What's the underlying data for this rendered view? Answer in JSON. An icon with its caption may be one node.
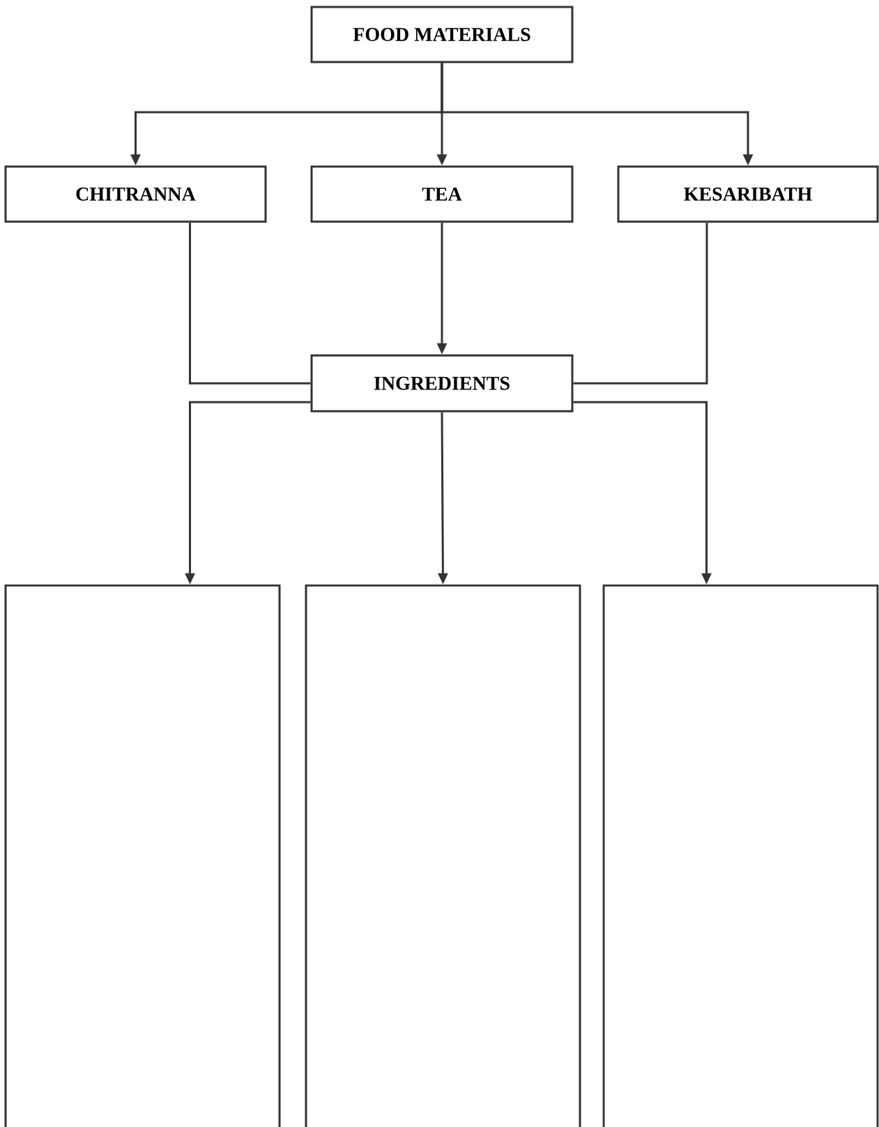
{
  "diagram": {
    "nodes": [
      {
        "text": [
          "FOOD MATERIALS"
        ]
      },
      {
        "text": [
          "CHITRANNA"
        ]
      },
      {
        "text": [
          "TEA"
        ]
      },
      {
        "text": [
          "KESARIBATH"
        ]
      },
      {
        "text": [
          "INGREDIENTS"
        ]
      },
      {
        "text": [],
        "shape": "box"
      },
      {
        "text": [],
        "shape": "box"
      },
      {
        "text": [],
        "shape": "box"
      }
    ],
    "edges": [
      {
        "from": 0,
        "to": 1,
        "arrow": "to"
      },
      {
        "from": 0,
        "to": 2,
        "arrow": "to"
      },
      {
        "from": 0,
        "to": 3,
        "arrow": "to"
      },
      {
        "from": 1,
        "to": 4,
        "arrow": "none"
      },
      {
        "from": 2,
        "to": 4,
        "arrow": "to"
      },
      {
        "from": 3,
        "to": 4,
        "arrow": "none"
      },
      {
        "from": 4,
        "to": 5,
        "arrow": "to"
      },
      {
        "from": 4,
        "to": 6,
        "arrow": "to"
      },
      {
        "from": 4,
        "to": 7,
        "arrow": "to"
      }
    ]
  }
}
